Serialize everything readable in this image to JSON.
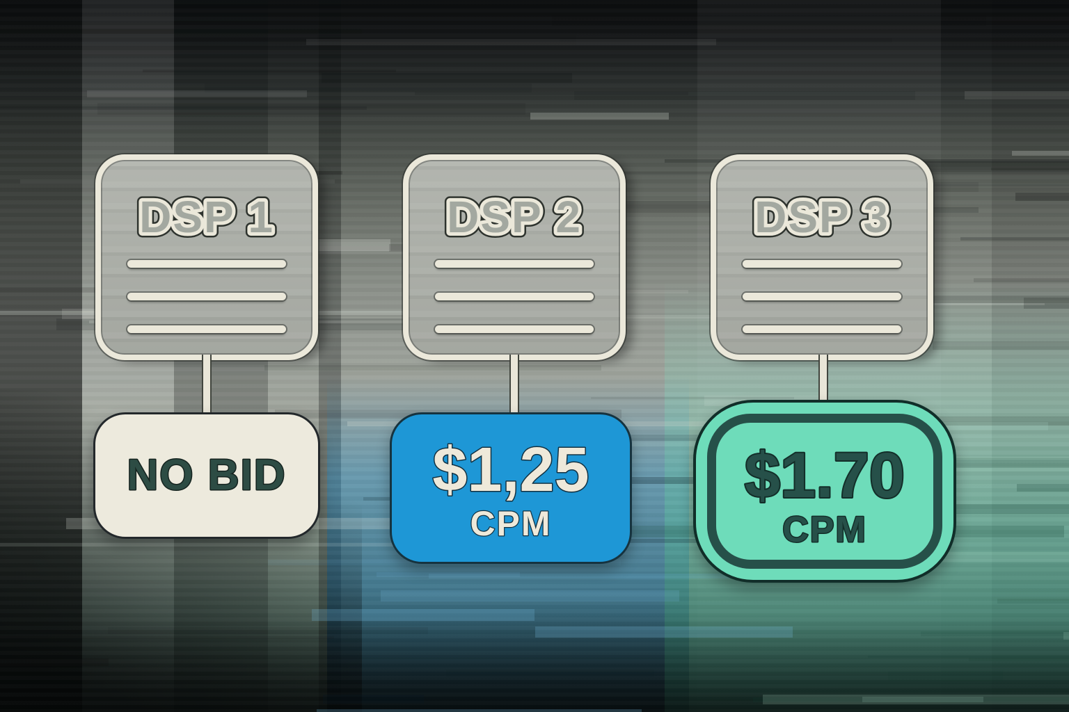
{
  "diagram": {
    "description": "DSP bid comparison flow",
    "columns": [
      {
        "dsp_label": "DSP 1",
        "result_value": "NO BID",
        "result_sublabel": "",
        "variant": "no-bid"
      },
      {
        "dsp_label": "DSP 2",
        "result_value": "$1,25",
        "result_sublabel": "CPM",
        "variant": "bid-blue"
      },
      {
        "dsp_label": "DSP 3",
        "result_value": "$1.70",
        "result_sublabel": "CPM",
        "variant": "bid-teal"
      }
    ]
  },
  "colors": {
    "cream": "#ebe8da",
    "card_gray_fill": "#acafa8",
    "dsp_label_gray": "#a3a8a0",
    "outline_dark": "#2e332e",
    "no_bid_bg": "#edeadd",
    "no_bid_text": "#2d4c44",
    "bid_blue_bg": "#1e97d6",
    "bid_blue_text": "#eee9da",
    "bid_teal_bg": "#6edcba",
    "bid_teal_dark": "#265049"
  }
}
